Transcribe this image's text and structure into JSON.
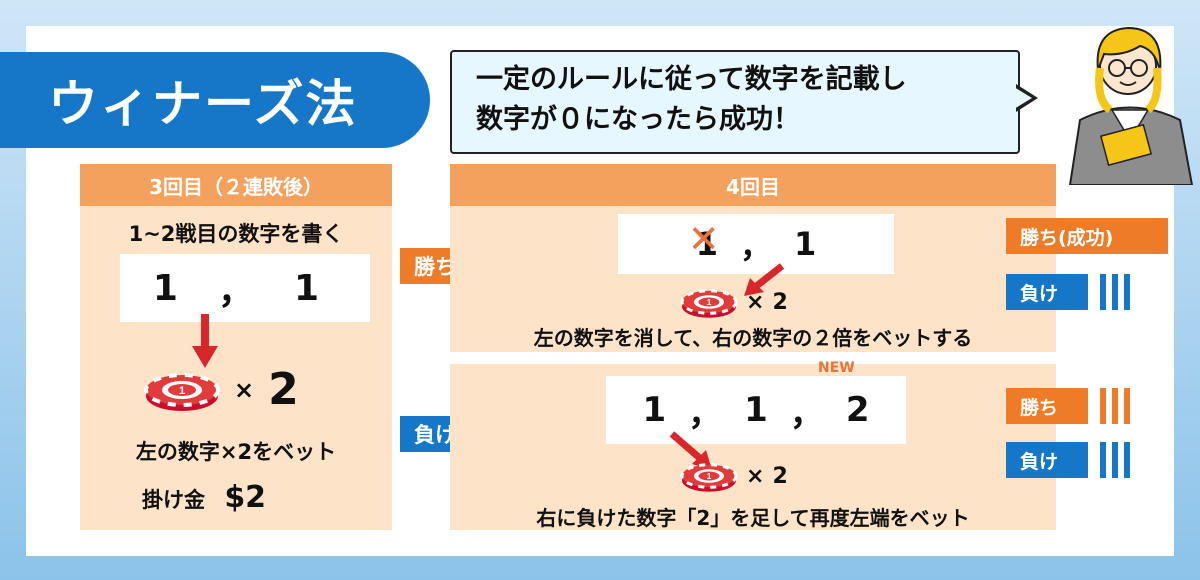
{
  "title": "ウィナーズ法",
  "speech": {
    "line1": "一定のルールに従って数字を記載し",
    "line2": "数字が０になったら成功！"
  },
  "left": {
    "header": "3回目（２連敗後）",
    "subtitle": "1~2戦目の数字を書く",
    "numbers": [
      "1",
      "1"
    ],
    "separator": "，",
    "chip_label": "1",
    "times": "×",
    "multiplier": "2",
    "desc": "左の数字×2をベット",
    "bet_label": "掛け金",
    "bet_amount": "$2"
  },
  "right": {
    "header": "4回目",
    "arrow_win": "勝ち",
    "arrow_lose": "負け",
    "top": {
      "numbers": [
        "1",
        "1"
      ],
      "separator": "，",
      "chip_label": "1",
      "times": "×",
      "multiplier": "2",
      "desc": "左の数字を消して、右の数字の２倍をベットする"
    },
    "bottom": {
      "numbers": [
        "1",
        "1",
        "2"
      ],
      "separator": "，",
      "new_tag": "NEW",
      "chip_label": "1",
      "times": "×",
      "multiplier": "2",
      "desc": "右に負けた数字「2」を足して再度左端をベット"
    }
  },
  "outcomes": {
    "top_win": "勝ち(成功)",
    "top_lose": "負け",
    "bottom_win": "勝ち",
    "bottom_lose": "負け"
  },
  "colors": {
    "blue": "#1677c9",
    "orange": "#ee7b27",
    "peach": "#fde3c8",
    "header_orange": "#f4a15d",
    "red_arrow": "#d9262b"
  },
  "icons": [
    "casino-chip-icon",
    "down-arrow-icon",
    "pointer-stick-icon",
    "teacher-illustration"
  ]
}
